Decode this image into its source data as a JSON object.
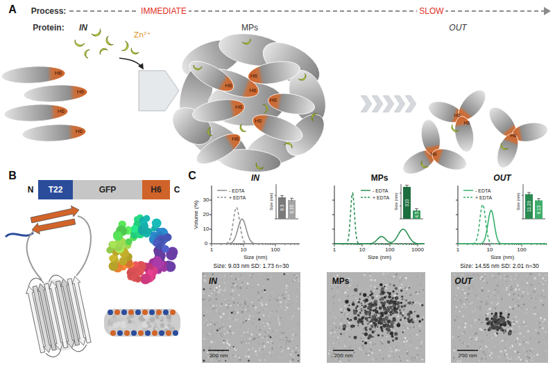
{
  "diagram": {
    "nodes": [
      {
        "text": [
          "T22"
        ]
      },
      {
        "text": [
          "GFP"
        ]
      },
      {
        "text": [
          "H6"
        ]
      }
    ],
    "labels": [
      "A",
      "Process:",
      "IMMEDIATE",
      "SLOW",
      "Protein:",
      "IN",
      "MPs",
      "OUT",
      "Zn²⁺",
      "H6",
      "H6",
      "H6",
      "H6",
      "H6",
      "H6",
      "H6",
      "H6",
      "H6",
      "H6",
      "H6",
      "H6",
      "H6",
      "H6",
      "H6",
      "B",
      "N",
      "C",
      "C",
      "IN",
      "MPs",
      "OUT",
      "Volume (%)",
      "0",
      "10",
      "20",
      "30",
      "1",
      "10",
      "100",
      "Size (nm)",
      "1",
      "10",
      "100",
      "1000",
      "Size (nm)",
      "1",
      "10",
      "100",
      "Size (nm)",
      "Size (nm)",
      "8.3",
      "6.35",
      "Size (nm)",
      "310",
      "4.5",
      "Size (nm)",
      "11.23",
      "6.13",
      "Size: 9.03 nm SD: 1.73 n=30",
      "Size: 14.55 nm SD: 2.01 n=30",
      "IN",
      "MPs",
      "OUT",
      "200 nm",
      "200 nm",
      "200 nm"
    ],
    "legend": [
      {
        "text": "- EDTA"
      },
      {
        "text": "+ EDTA"
      },
      {
        "text": "- EDTA"
      },
      {
        "text": "+ EDTA"
      },
      {
        "text": "- EDTA"
      },
      {
        "text": "+ EDTA"
      }
    ]
  }
}
